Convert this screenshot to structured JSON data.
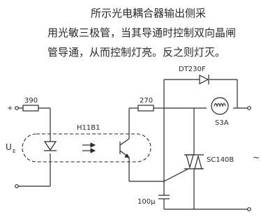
{
  "description_lines": [
    "所示光电耦合器输出侧采",
    "用光敏三极管，当其导通时控制双向晶闸",
    "管导通，从而控制灯亮。反之则灯灭。"
  ],
  "labels": {
    "r1": "390",
    "r2": "270",
    "optocoupler": "H11B1",
    "input": "U",
    "input_sub": "E",
    "plus": "+",
    "diac": "DT230F",
    "lamp": "S3A",
    "triac": "SC140B",
    "capacitor": "100μ",
    "ac": "~"
  }
}
